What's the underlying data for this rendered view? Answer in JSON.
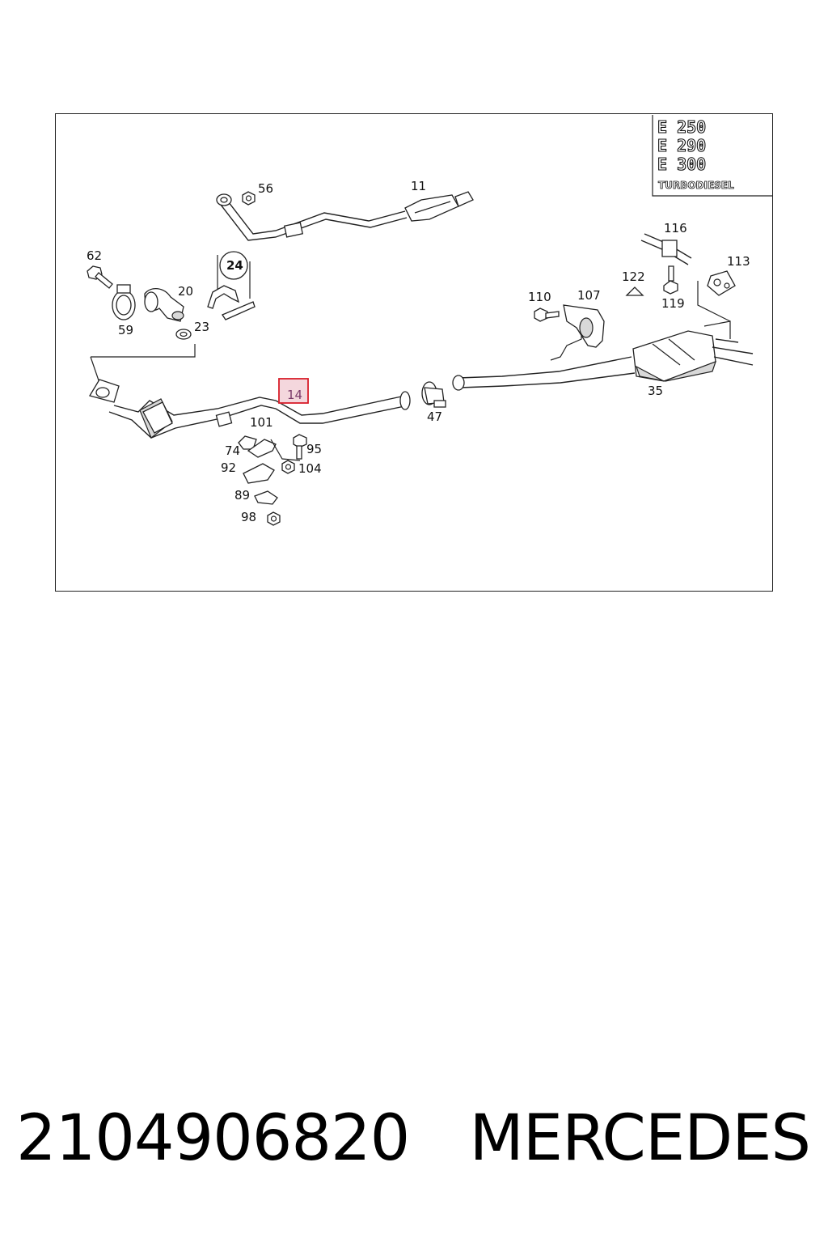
{
  "model_box": {
    "lines": [
      "E 250",
      "E 290",
      "E 300"
    ],
    "subtitle": "TURBODIESEL"
  },
  "callouts": {
    "c56": "56",
    "c11": "11",
    "c62": "62",
    "c24": "24",
    "c20": "20",
    "c59": "59",
    "c23": "23",
    "c14": "14",
    "c47": "47",
    "c101": "101",
    "c74": "74",
    "c95": "95",
    "c92": "92",
    "c104": "104",
    "c89": "89",
    "c98": "98",
    "c116": "116",
    "c113": "113",
    "c122": "122",
    "c119": "119",
    "c110": "110",
    "c107": "107",
    "c35": "35"
  },
  "highlighted_callout": "14",
  "colors": {
    "highlight_border": "#d81e2a",
    "highlight_fill": "#f4d7dd"
  },
  "footer": {
    "part_number": "2104906820",
    "brand": "MERCEDES"
  }
}
